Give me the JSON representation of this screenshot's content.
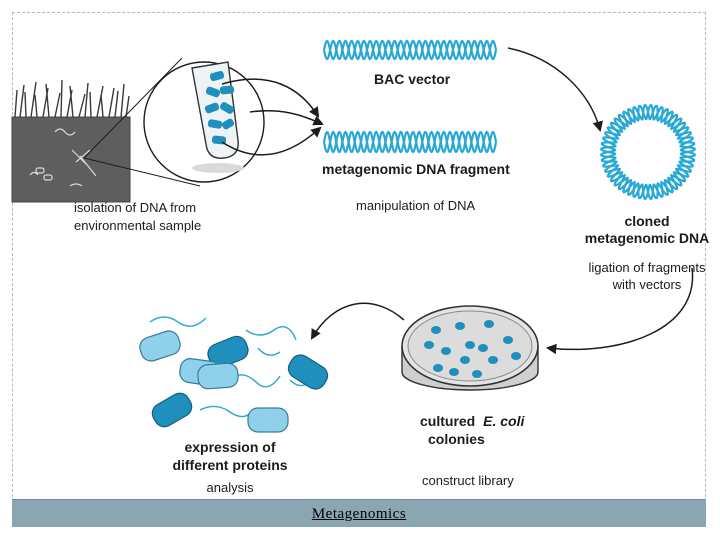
{
  "diagram": {
    "labels": {
      "bac_vector": "BAC vector",
      "fragment": "metagenomic DNA fragment",
      "manipulation": "manipulation of DNA",
      "cloned_1": "cloned",
      "cloned_2": "metagenomic DNA",
      "ligation_1": "ligation of fragments",
      "ligation_2": "with vectors",
      "isolation_1": "isolation of DNA from",
      "isolation_2": "environmental sample",
      "cultured_1": "cultured",
      "cultured_2": "E. coli",
      "colonies": "colonies",
      "construct": "construct library",
      "expression_1": "expression of",
      "expression_2": "different proteins",
      "analysis": "analysis"
    },
    "colors": {
      "accent": "#29a8d6",
      "cell": "#1f8fbe",
      "cell_light": "#8fd0ea",
      "soil": "#5e5e5e",
      "caption_bar": "#8aa6b3"
    }
  },
  "footer": {
    "caption": "Metagenomics"
  }
}
